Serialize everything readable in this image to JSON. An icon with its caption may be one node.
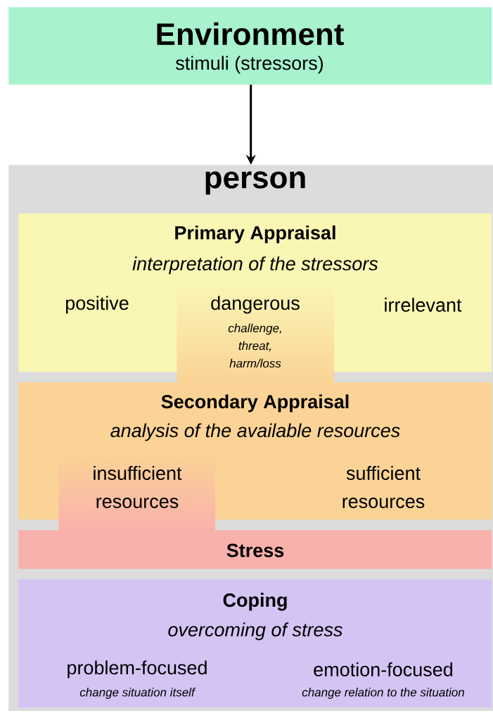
{
  "diagram": {
    "nodes": [
      {
        "text": [
          "Environment",
          "stimuli (stressors)"
        ]
      },
      {
        "text": [
          "person"
        ]
      },
      {
        "text": [
          "Primary Appraisal",
          "interpretation of the stressors",
          "positive",
          "irrelevant"
        ],
        "in": 1
      },
      {
        "text": [
          "dangerous",
          "challenge, threat, harm/loss"
        ],
        "in": 2
      },
      {
        "text": [
          "Secondary Appraisal",
          "analysis of the available resources",
          "sufficient resources"
        ],
        "in": 1
      },
      {
        "text": [
          "insufficient resources"
        ],
        "in": 4
      },
      {
        "text": [
          "Stress"
        ],
        "in": 1
      },
      {
        "text": [
          "Coping",
          "overcoming of stress",
          "problem-focused",
          "change situation itself",
          "emotion-focused",
          "change relation to the situation"
        ],
        "in": 1
      }
    ],
    "edges": [
      {
        "from": 0,
        "to": 1,
        "arrow": "to"
      }
    ]
  }
}
